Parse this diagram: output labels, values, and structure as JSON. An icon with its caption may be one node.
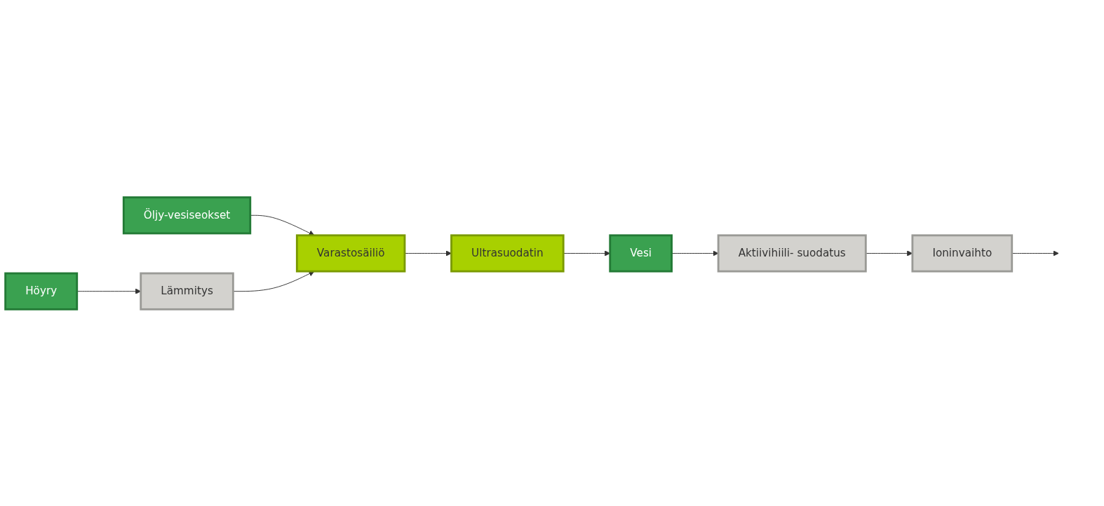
{
  "diagram": {
    "nodes": [
      {
        "text": [
          "Öljy-vesiseokset"
        ]
      },
      {
        "text": [
          "Varastosäiliö"
        ]
      },
      {
        "text": [
          "Ultrasuodatin"
        ]
      },
      {
        "text": [
          "Vesi"
        ]
      },
      {
        "text": [
          "Aktiivihiili- suodatus"
        ]
      },
      {
        "text": [
          "Höyry"
        ]
      },
      {
        "text": [
          "Lämmitys"
        ]
      },
      {
        "text": [
          "Ioninvaihto"
        ]
      }
    ],
    "edges": [
      {
        "from": 0,
        "to": 1,
        "arrow": "to"
      },
      {
        "from": 1,
        "to": 2,
        "arrow": "to"
      },
      {
        "from": 2,
        "to": 3,
        "arrow": "to"
      },
      {
        "from": 5,
        "to": 6,
        "arrow": "to"
      },
      {
        "from": 6,
        "to": 1,
        "arrow": "to"
      },
      {
        "from": 3,
        "to": 4,
        "arrow": "to"
      },
      {
        "from": 4,
        "to": 7,
        "arrow": "to"
      },
      {
        "from": 7,
        "to": null,
        "arrow": "to"
      }
    ]
  }
}
